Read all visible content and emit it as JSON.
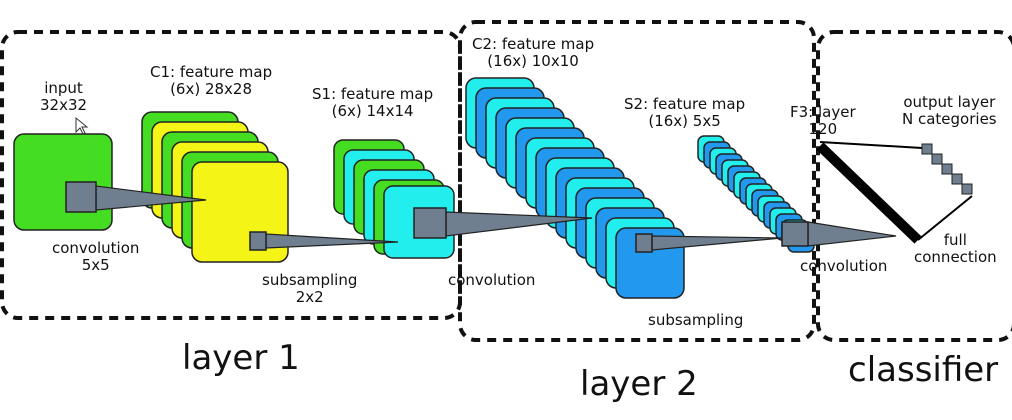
{
  "labels": {
    "input_line1": "input",
    "input_line2": "32x32",
    "c1_line1": "C1: feature map",
    "c1_line2": "(6x) 28x28",
    "s1_line1": "S1: feature map",
    "s1_line2": "(6x) 14x14",
    "c2_line1": "C2: feature map",
    "c2_line2": "(16x) 10x10",
    "s2_line1": "S2: feature map",
    "s2_line2": "(16x) 5x5",
    "f3_line1": "F3: layer",
    "f3_line2": "120",
    "output_line1": "output layer",
    "output_line2": "N categories",
    "conv1_line1": "convolution",
    "conv1_line2": "5x5",
    "sub1_line1": "subsampling",
    "sub1_line2": "2x2",
    "conv2": "convolution",
    "sub2": "subsampling",
    "conv3": "convolution",
    "full_line1": "full",
    "full_line2": "connection"
  },
  "groups": {
    "layer1": "layer 1",
    "layer2": "layer 2",
    "classifier": "classifier"
  },
  "colors": {
    "green": "#44dd22",
    "yellow": "#f4f416",
    "cyan": "#22eeee",
    "blue": "#2299ee",
    "kernel_gray": "#6f7f8f"
  }
}
